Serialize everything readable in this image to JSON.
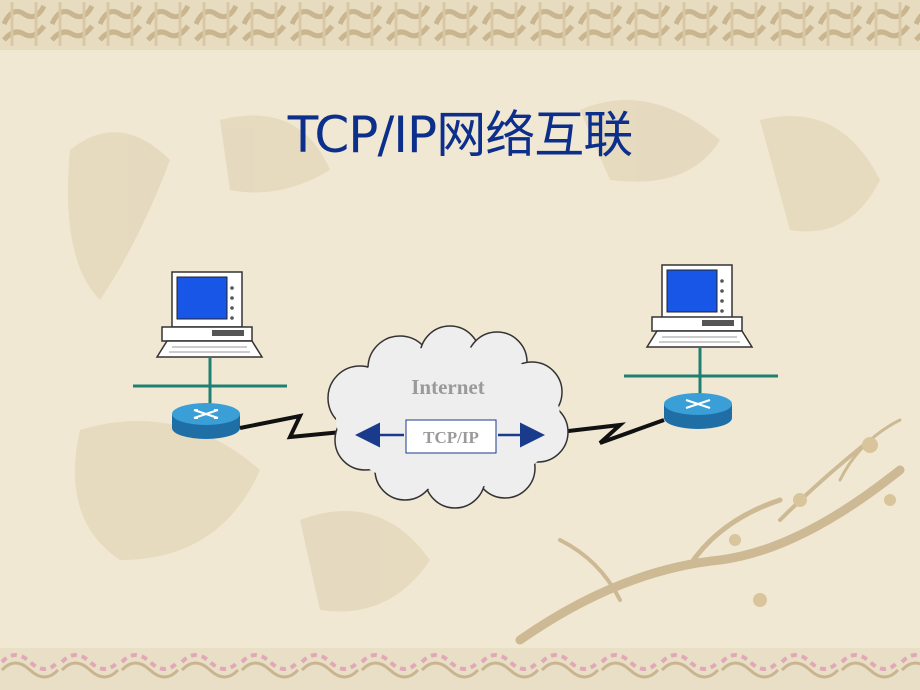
{
  "slide": {
    "title": "TCP/IP网络互联"
  },
  "diagram": {
    "cloud_label": "Internet",
    "protocol_label": "TCP/IP"
  },
  "colors": {
    "background": "#f1e8d3",
    "title": "#0d2f8c",
    "network_line": "#1f7f73",
    "router": "#2d8fc4",
    "monitor_screen": "#1856e8",
    "cloud_text": "#9a9a9a",
    "arrow": "#1a3a8c"
  }
}
